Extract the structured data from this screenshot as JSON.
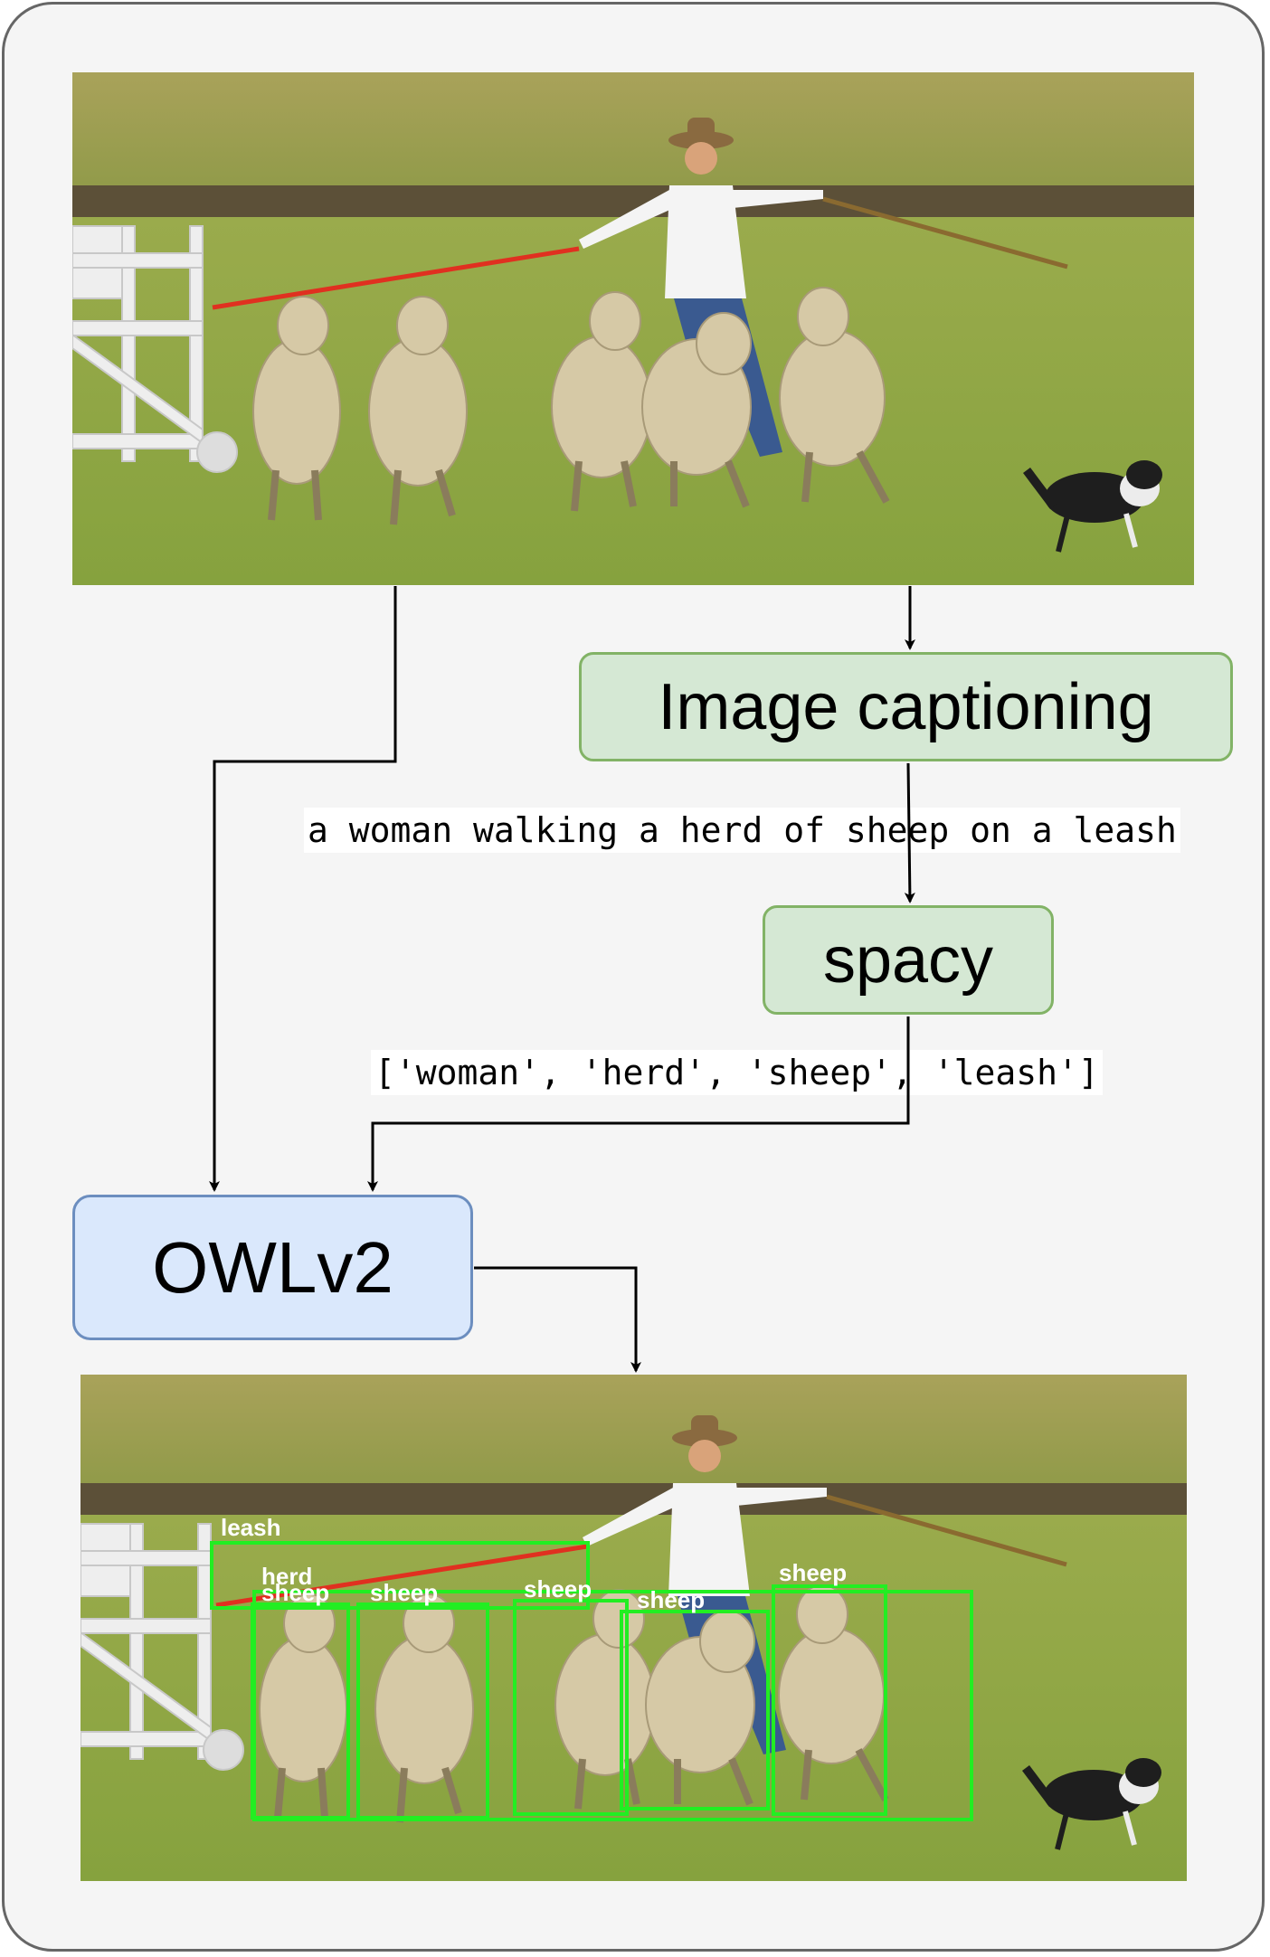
{
  "pipeline": {
    "captioning_label": "Image captioning",
    "caption_output": "a woman walking a herd of sheep on a leash",
    "spacy_label": "spacy",
    "noun_list": "['woman', 'herd', 'sheep', 'leash']",
    "owl_label": "OWLv2"
  },
  "detections": {
    "labels": [
      "leash",
      "herd",
      "sheep",
      "sheep",
      "sheep",
      "sheep",
      "sheep"
    ],
    "box_color": "#22ee22"
  },
  "colors": {
    "captioning_fill": "#d5e8d4",
    "captioning_border": "#82b366",
    "owl_fill": "#dae8fc",
    "owl_border": "#6c8ebf"
  }
}
